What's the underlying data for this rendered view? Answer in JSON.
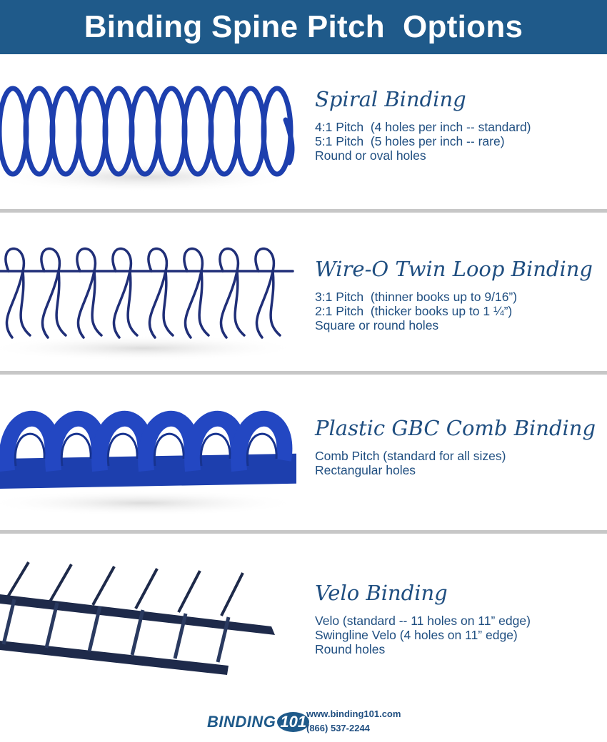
{
  "header": {
    "title": "Binding Spine Pitch  Options"
  },
  "colors": {
    "header_bg": "#1f5a8a",
    "text": "#1f4e80",
    "binding_blue": "#1d3fae",
    "wire_navy": "#202f78",
    "velo_navy": "#1e2a4a"
  },
  "sections": [
    {
      "title": "Spiral Binding",
      "lines": [
        "4:1 Pitch  (4 holes per inch -- standard)",
        "5:1 Pitch  (5 holes per inch -- rare)",
        "Round or oval holes"
      ]
    },
    {
      "title": "Wire-O Twin Loop Binding",
      "lines": [
        "3:1 Pitch  (thinner books up to 9/16”)",
        "2:1 Pitch  (thicker books up to 1 ¼”)",
        "Square or round holes"
      ]
    },
    {
      "title": "Plastic GBC Comb Binding",
      "lines": [
        "Comb Pitch (standard for all sizes)",
        "Rectangular holes"
      ]
    },
    {
      "title": "Velo Binding",
      "lines": [
        "Velo (standard -- 11 holes on 11” edge)",
        "Swingline Velo (4 holes on 11” edge)",
        "Round holes"
      ]
    }
  ],
  "footer": {
    "logo_text": "BINDING",
    "logo_badge": "101",
    "website": "www.binding101.com",
    "phone": "(866) 537-2244"
  }
}
